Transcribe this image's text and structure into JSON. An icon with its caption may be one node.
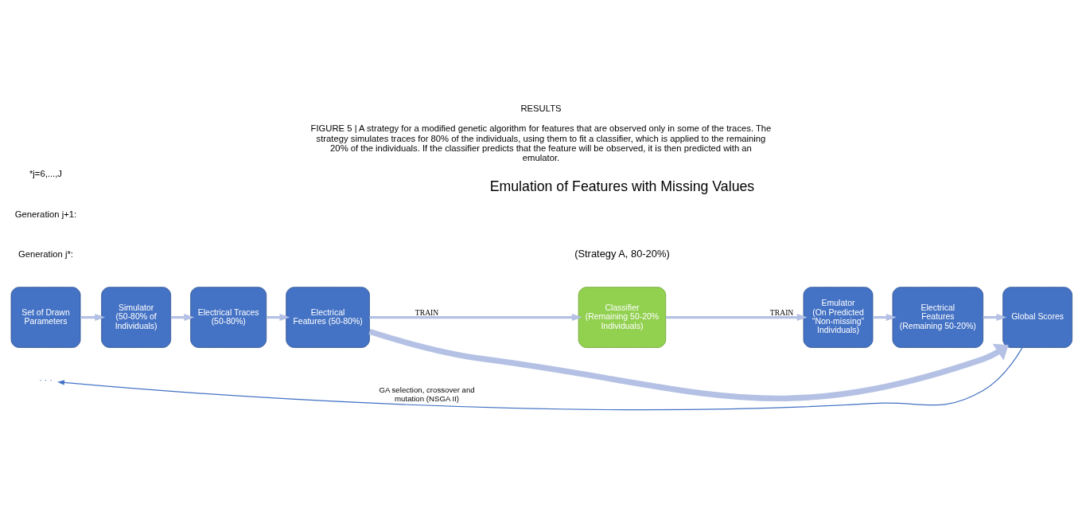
{
  "diagram": {
    "title": "RESULTS",
    "caption": "FIGURE 5 | A strategy for a modified genetic algorithm for features that are observed only in some of the traces. The strategy simulates traces for 80% of the individuals, using them to fit a classifier, which is applied to the remaining 20% of the individuals. If the classifier predicts that the feature will be observed, it is then predicted with an emulator.",
    "nodes": [
      {
        "text": [
          "Set of Drawn Parameters"
        ]
      },
      {
        "text": [
          "Simulator",
          "(50-80% of Individuals)"
        ]
      },
      {
        "text": [
          "Electrical Traces",
          "(50-80%)"
        ]
      },
      {
        "text": [
          "Electrical Features (50-80%)"
        ]
      },
      {
        "text": [
          "Classifier",
          "(Remaining 50-20% Individuals)"
        ]
      },
      {
        "text": [
          "Emulator",
          "(On Predicted “Non-missing” Individuals)"
        ]
      },
      {
        "text": [
          "Electrical Features",
          "(Remaining 50-20%)"
        ]
      },
      {
        "text": [
          "Global Scores"
        ]
      },
      {
        "text": [
          "· · ·"
        ]
      }
    ],
    "edges": [
      {
        "from": 0,
        "to": 1,
        "arrow": "to"
      },
      {
        "from": 1,
        "to": 2,
        "arrow": "to"
      },
      {
        "from": 2,
        "to": 3,
        "arrow": "to"
      },
      {
        "from": 3,
        "to": 4,
        "arrow": "to",
        "label": "TRAIN"
      },
      {
        "from": 4,
        "to": 5,
        "arrow": "to",
        "label": "TRAIN"
      },
      {
        "from": 5,
        "to": 6,
        "arrow": "to"
      },
      {
        "from": 6,
        "to": 7,
        "arrow": "to"
      },
      {
        "from": 3,
        "to": 7,
        "arrow": "to",
        "style": "thick"
      },
      {
        "from": 7,
        "to": 8,
        "arrow": "to",
        "label": "GA selection, crossover and mutation (NSGA II)",
        "color": "#4472c4"
      }
    ],
    "labels": [
      "Emulation of Features with Missing Values",
      "(Strategy A, 80-20%)",
      "Generation j*:",
      "Generation j+1:",
      "*j=6,...,J"
    ]
  }
}
